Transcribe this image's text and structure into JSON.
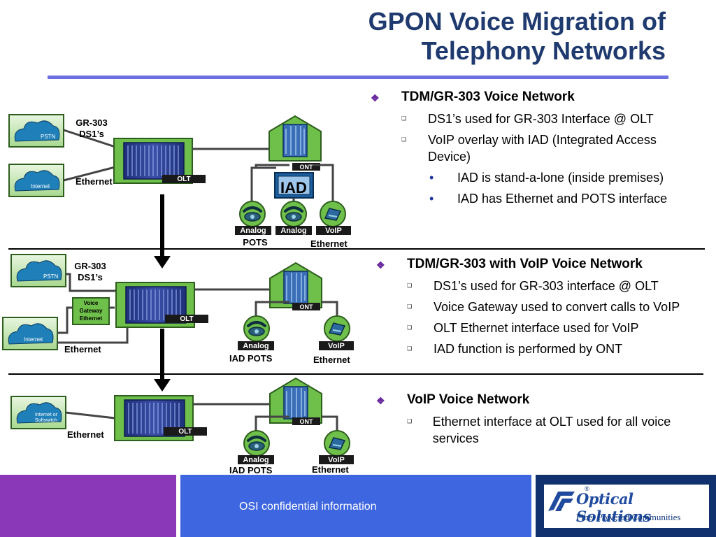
{
  "title": {
    "line1": "GPON Voice Migration of",
    "line2": "Telephony Networks"
  },
  "diagram": {
    "network1": {
      "cloud_top": "PSTN",
      "cloud_bottom": "Internet",
      "trunk_label_1": "GR-303",
      "trunk_label_2": "DS1’s",
      "eth_label": "Ethernet",
      "olt": "OLT",
      "ont": "ONT",
      "iad": "IAD",
      "phone1_tag": "Analog",
      "phone2_tag": "Analog",
      "voip_tag": "VoIP",
      "pots_label": "POTS",
      "voip_eth_label": "Ethernet"
    },
    "network2": {
      "cloud_top": "PSTN",
      "cloud_bottom": "Internet",
      "trunk_label_1": "GR-303",
      "trunk_label_2": "DS1’s",
      "gateway_1": "Voice",
      "gateway_2": "Gateway",
      "gateway_3": "Ethernet",
      "eth_label": "Ethernet",
      "olt": "OLT",
      "ont": "ONT",
      "phone_tag": "Analog",
      "voip_tag": "VoIP",
      "pots_label": "IAD POTS",
      "voip_eth_label": "Ethernet"
    },
    "network3": {
      "cloud_1": "Internet or",
      "cloud_2": "Softswitch",
      "eth_label": "Ethernet",
      "olt": "OLT",
      "ont": "ONT",
      "phone_tag": "Analog",
      "voip_tag": "VoIP",
      "pots_label": "IAD POTS",
      "voip_eth_label": "Ethernet"
    }
  },
  "sections": [
    {
      "heading": "TDM/GR-303 Voice Network",
      "items": [
        {
          "text": "DS1’s used for GR-303 Interface @ OLT",
          "sub": []
        },
        {
          "text": "VoIP overlay with IAD (Integrated Access Device)",
          "sub": [
            "IAD is stand-a-lone (inside premises)",
            "IAD has Ethernet and POTS interface"
          ]
        }
      ]
    },
    {
      "heading": "TDM/GR-303 with VoIP Voice Network",
      "items": [
        {
          "text": "DS1’s used for GR-303 interface @ OLT"
        },
        {
          "text": "Voice Gateway used to convert calls to VoIP"
        },
        {
          "text": "OLT Ethernet interface used for VoIP"
        },
        {
          "text": "IAD function is performed by ONT"
        }
      ]
    },
    {
      "heading": "VoIP Voice Network",
      "items": [
        {
          "text": "Ethernet interface at OLT used for all voice services"
        }
      ]
    }
  ],
  "footer": {
    "confidential": "OSI confidential information",
    "logo_name": "Optical Solutions",
    "logo_reg": "®",
    "logo_tagline": "Fiber Powered Communities"
  },
  "colors": {
    "title": "#1f3a6e",
    "accent_rule": "#6b6fe0",
    "footer_purple": "#8a38b8",
    "footer_blue": "#3e66e0",
    "footer_navy": "#10316e",
    "equipment_green": "#6fc04a",
    "cloud_blue": "#1f7fb8"
  }
}
